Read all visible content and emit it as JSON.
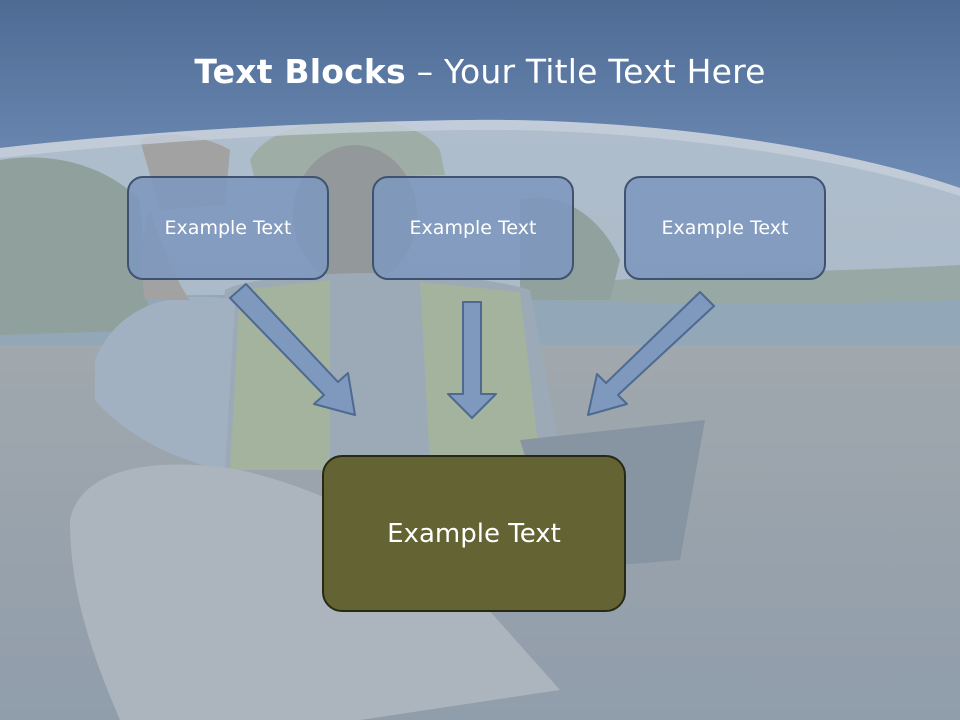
{
  "title": {
    "bold": "Text Blocks",
    "rest": " – Your Title Text Here"
  },
  "blocks": [
    {
      "label": "Example Text"
    },
    {
      "label": "Example Text"
    },
    {
      "label": "Example Text"
    }
  ],
  "result_block": {
    "label": "Example Text"
  },
  "colors": {
    "header": "#5c7ca6",
    "block_fill": "#7e98be",
    "arrow_fill": "#7e98be",
    "result_fill": "#646334"
  }
}
